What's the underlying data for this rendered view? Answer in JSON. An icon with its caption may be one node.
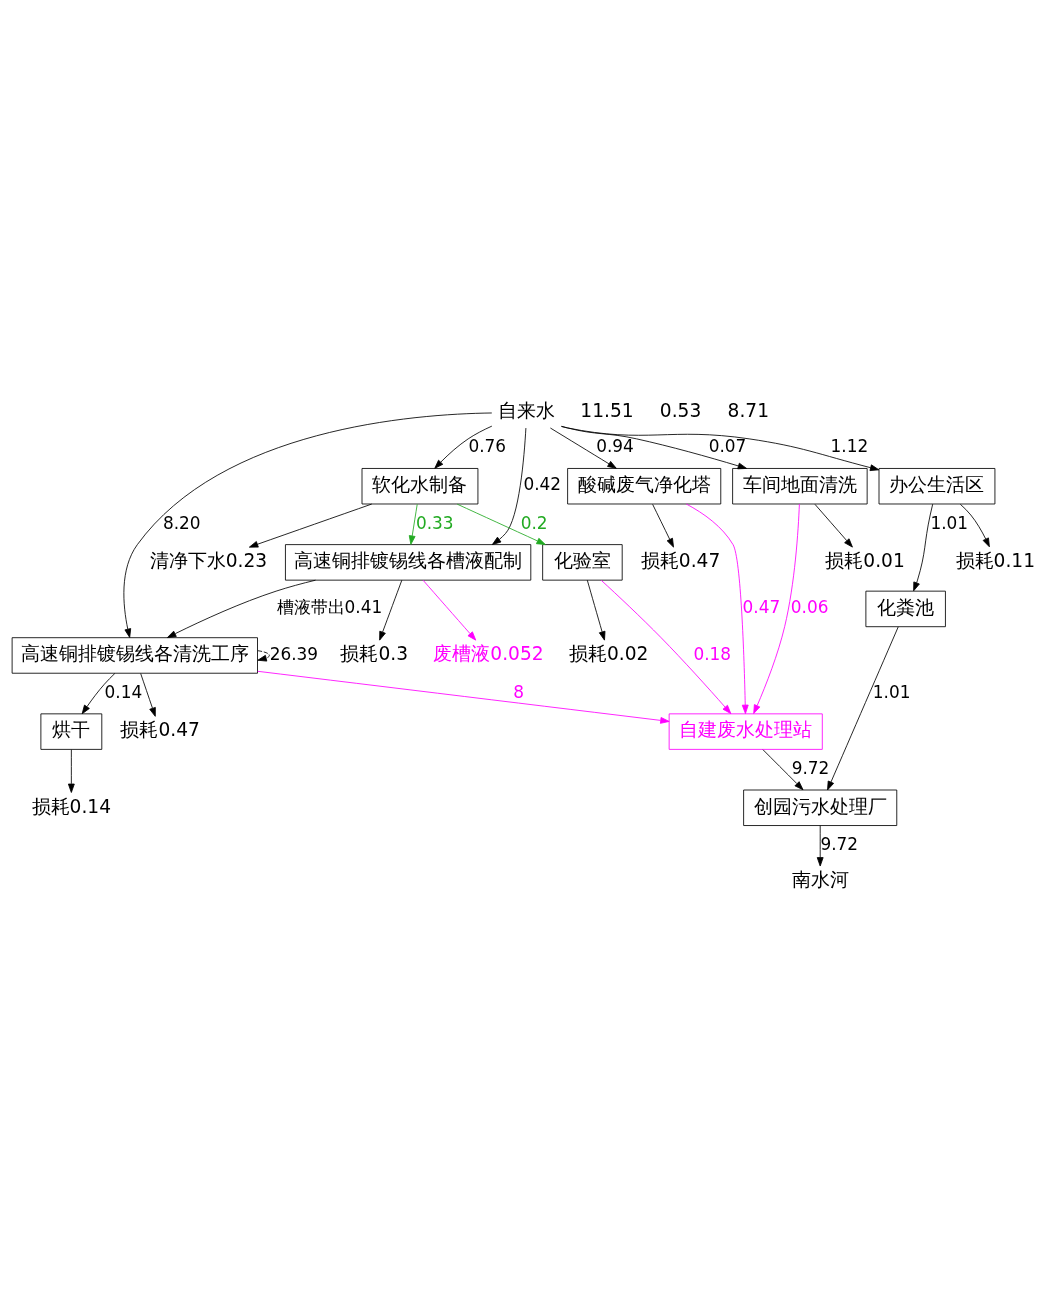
{
  "diagram": {
    "nodes": [
      {
        "text": [
          "自来水"
        ]
      },
      {
        "text": [
          "软化水制备"
        ]
      },
      {
        "text": [
          "清净下水0.23"
        ]
      },
      {
        "text": [
          "损耗0.3"
        ]
      },
      {
        "text": [
          "高速铜排镀锡线各槽液配制"
        ]
      },
      {
        "text": [
          "废槽液0.052"
        ]
      },
      {
        "text": [
          "损耗0.47"
        ]
      },
      {
        "text": [
          "高速铜排镀锡线各清洗工序"
        ]
      },
      {
        "text": [
          "烘干"
        ]
      },
      {
        "text": [
          "损耗0.14"
        ]
      },
      {
        "text": [
          "损耗0.47"
        ]
      },
      {
        "text": [
          "酸碱废气净化塔"
        ]
      },
      {
        "text": [
          "损耗0.01"
        ]
      },
      {
        "text": [
          "车间地面清洗"
        ]
      },
      {
        "text": [
          "损耗0.02"
        ]
      },
      {
        "text": [
          "化验室"
        ]
      },
      {
        "text": [
          "损耗0.11"
        ]
      },
      {
        "text": [
          "办公生活区"
        ]
      },
      {
        "text": [
          "自建废水处理站"
        ]
      },
      {
        "text": [
          "化粪池"
        ]
      },
      {
        "text": [
          "创园污水处理厂"
        ]
      },
      {
        "text": [
          "南水河"
        ]
      }
    ],
    "edges": [
      {
        "from": 0,
        "to": 1,
        "arrow": "to",
        "label": "0.76"
      },
      {
        "from": 0,
        "to": 4,
        "arrow": "to",
        "label": "0.42"
      },
      {
        "from": 0,
        "to": 7,
        "arrow": "to",
        "label": "8.20"
      },
      {
        "from": 0,
        "to": 11,
        "arrow": "to",
        "label": "0.94"
      },
      {
        "from": 0,
        "to": 13,
        "arrow": "to",
        "label": "0.07"
      },
      {
        "from": 0,
        "to": 17,
        "arrow": "to",
        "label": "1.12"
      },
      {
        "from": 1,
        "to": 2,
        "arrow": "to"
      },
      {
        "from": 1,
        "to": 4,
        "arrow": "to",
        "label": "0.33",
        "color": "#22aa22"
      },
      {
        "from": 1,
        "to": 15,
        "arrow": "to",
        "label": "0.2",
        "color": "#22aa22"
      },
      {
        "from": 4,
        "to": 3,
        "arrow": "to"
      },
      {
        "from": 4,
        "to": 5,
        "arrow": "to",
        "color": "#ff00ff"
      },
      {
        "from": 4,
        "to": 7,
        "arrow": "to",
        "label": "槽液带出0.41"
      },
      {
        "from": 7,
        "to": 6,
        "arrow": "to"
      },
      {
        "from": 7,
        "to": 8,
        "arrow": "to",
        "label": "0.14"
      },
      {
        "from": 7,
        "to": 7,
        "arrow": "to",
        "label": "26.39",
        "style": "dashed"
      },
      {
        "from": 8,
        "to": 9,
        "arrow": "to"
      },
      {
        "from": 7,
        "to": 18,
        "arrow": "to",
        "label": "8",
        "color": "#ff00ff"
      },
      {
        "from": 11,
        "to": 10,
        "arrow": "to"
      },
      {
        "from": 11,
        "to": 18,
        "arrow": "to",
        "label": "0.47",
        "color": "#ff00ff"
      },
      {
        "from": 13,
        "to": 12,
        "arrow": "to"
      },
      {
        "from": 13,
        "to": 18,
        "arrow": "to",
        "label": "0.06",
        "color": "#ff00ff"
      },
      {
        "from": 15,
        "to": 14,
        "arrow": "to"
      },
      {
        "from": 15,
        "to": 18,
        "arrow": "to",
        "label": "0.18",
        "color": "#ff00ff"
      },
      {
        "from": 17,
        "to": 16,
        "arrow": "to"
      },
      {
        "from": 17,
        "to": 19,
        "arrow": "to",
        "label": "1.01"
      },
      {
        "from": 18,
        "to": 20,
        "arrow": "to",
        "label": "9.72"
      },
      {
        "from": 19,
        "to": 20,
        "arrow": "to",
        "label": "1.01"
      },
      {
        "from": 20,
        "to": 21,
        "arrow": "to",
        "label": "9.72"
      }
    ],
    "labels": [
      "11.51",
      "0.53",
      "8.71"
    ]
  }
}
